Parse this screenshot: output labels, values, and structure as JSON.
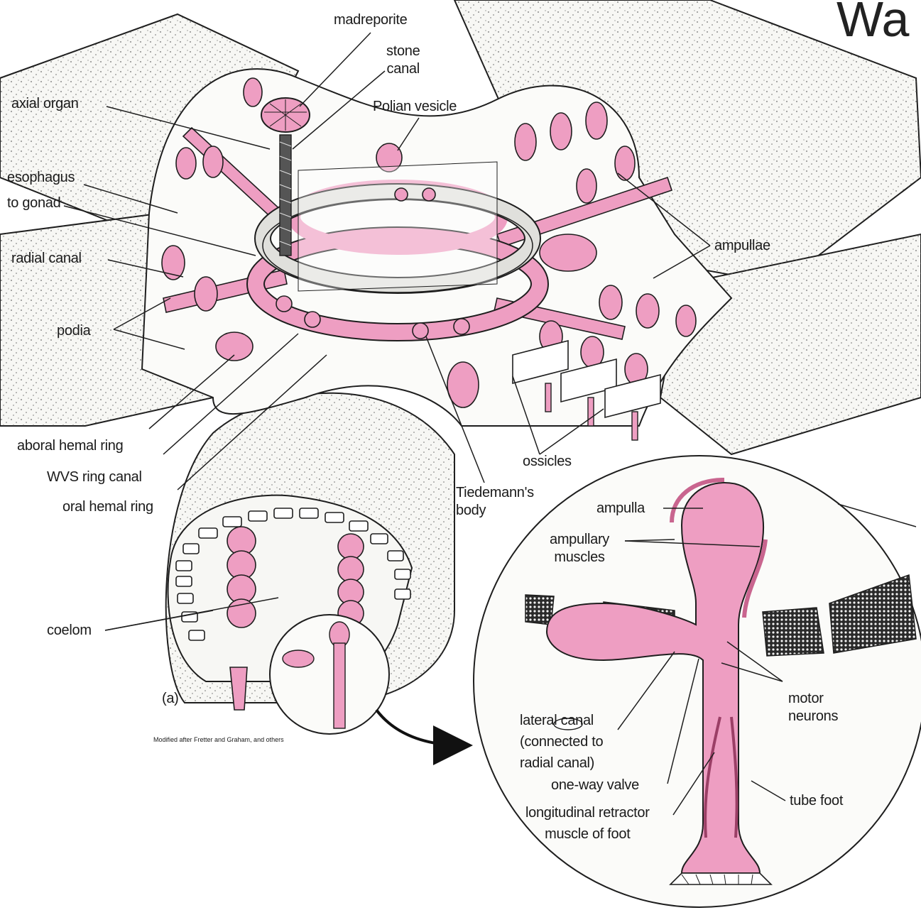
{
  "title_fragment": "Wa",
  "caption": "Modified after Fretter and Graham, and others",
  "panel_letter": "(a)",
  "labels": {
    "madreporite": "madreporite",
    "stone_canal": [
      "stone",
      "canal"
    ],
    "polian_vesicle": "Polian vesicle",
    "axial_organ": "axial organ",
    "esophagus": "esophagus",
    "to_gonad": "to gonad",
    "radial_canal": "radial canal",
    "podia": "podia",
    "ampullae": "ampullae",
    "aboral_hemal_ring": "aboral hemal ring",
    "wvs_ring_canal": "WVS ring canal",
    "oral_hemal_ring": "oral hemal ring",
    "ossicles": "ossicles",
    "tiedemanns_body": [
      "Tiedemann's",
      "body"
    ],
    "coelom": "coelom",
    "ampulla": "ampulla",
    "ampullary_muscles": [
      "ampullary",
      "muscles"
    ],
    "motor_neurons": [
      "motor",
      "neurons"
    ],
    "lateral_canal": [
      "lateral canal",
      "(connected to",
      "radial canal)"
    ],
    "one_way_valve": "one-way valve",
    "longitudinal_retractor": [
      "longitudinal retractor",
      "muscle of foot"
    ],
    "tube_foot": "tube foot"
  },
  "colors": {
    "pink": "#ee9ec2",
    "pink_dark": "#c9658f",
    "body": "#f7f7f4",
    "stipple": "#5a5a5a",
    "line": "#1e1e1e"
  }
}
